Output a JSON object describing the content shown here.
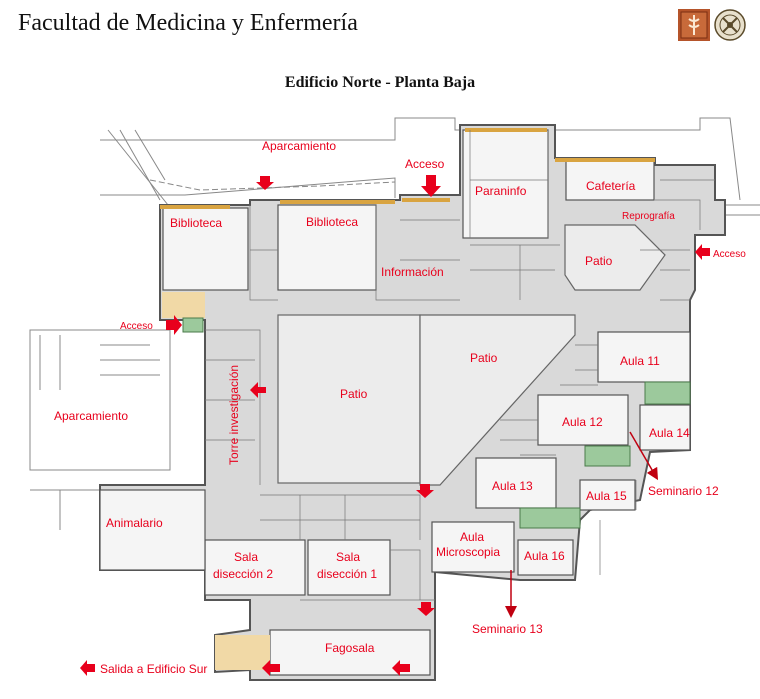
{
  "header": {
    "title": "Facultad de Medicina y Enfermería",
    "subtitle": "Edificio Norte - Planta Baja",
    "logos": [
      "university-shield-logo",
      "faculty-seal-logo"
    ]
  },
  "map": {
    "label_color": "#e8001c",
    "wall_color": "#555555",
    "floor_color": "#d9d9d9",
    "accent_color": "#d9a441",
    "green_room_color": "#9cc99c",
    "rooms": {
      "aparcamiento_top": "Aparcamiento",
      "acceso_top": "Acceso",
      "paraninfo": "Paraninfo",
      "cafeteria": "Cafetería",
      "reprografia": "Reprografía",
      "biblioteca_1": "Biblioteca",
      "biblioteca_2": "Biblioteca",
      "informacion": "Información",
      "patio_ne": "Patio",
      "acceso_east": "Acceso",
      "acceso_west": "Acceso",
      "patio_central": "Patio",
      "patio_main": "Patio",
      "aula_11": "Aula 11",
      "torre": "Torre investigación",
      "aparcamiento_west": "Aparcamiento",
      "aula_12": "Aula 12",
      "aula_14": "Aula 14",
      "aula_13": "Aula 13",
      "seminario_12": "Seminario 12",
      "aula_15": "Aula 15",
      "animalario": "Animalario",
      "aula_microscopia_1": "Aula",
      "aula_microscopia_2": "Microscopia",
      "aula_16": "Aula 16",
      "sala_2_a": "Sala",
      "sala_2_b": "disección 2",
      "sala_1_a": "Sala",
      "sala_1_b": "disección 1",
      "seminario_13": "Seminario 13",
      "fagosala": "Fagosala",
      "salida": "Salida a Edificio Sur"
    }
  }
}
